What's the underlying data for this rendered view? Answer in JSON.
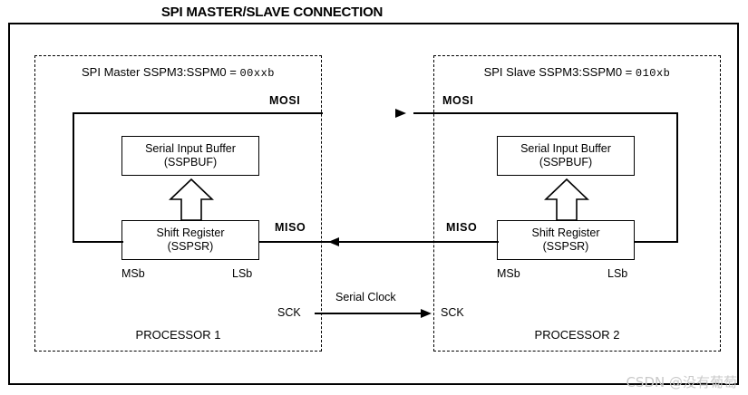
{
  "figure": {
    "title": "SPI MASTER/SLAVE CONNECTION",
    "watermark": "CSDN @没有葡萄"
  },
  "left_panel": {
    "header_text": "SPI Master SSPM3:SSPM0 = ",
    "header_value": "00xxb",
    "processor_label": "PROCESSOR 1",
    "buffer": {
      "line1": "Serial Input Buffer",
      "line2": "(SSPBUF)"
    },
    "shift_register": {
      "line1": "Shift Register",
      "line2": "(SSPSR)"
    },
    "msb_label": "MSb",
    "lsb_label": "LSb",
    "mosi_label": "MOSI",
    "miso_label": "MISO",
    "sck_label": "SCK"
  },
  "right_panel": {
    "header_text": "SPI Slave SSPM3:SSPM0 = ",
    "header_value": "010xb",
    "processor_label": "PROCESSOR 2",
    "buffer": {
      "line1": "Serial Input Buffer",
      "line2": "(SSPBUF)"
    },
    "shift_register": {
      "line1": "Shift Register",
      "line2": "(SSPSR)"
    },
    "msb_label": "MSb",
    "lsb_label": "LSb",
    "mosi_label": "MOSI",
    "miso_label": "MISO",
    "sck_label": "SCK"
  },
  "interconnect": {
    "serial_clock_label": "Serial Clock",
    "mosi_direction": "master-to-slave",
    "miso_direction": "slave-to-master",
    "sck_direction": "master-to-slave"
  },
  "colors": {
    "line": "#000000",
    "background": "#ffffff",
    "watermark": "#c9c9c9"
  }
}
